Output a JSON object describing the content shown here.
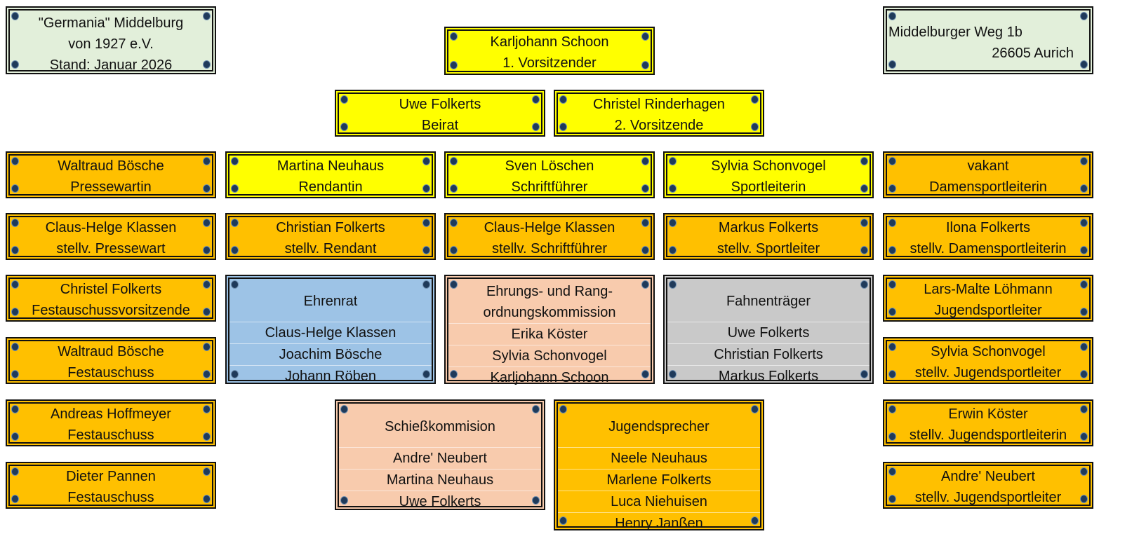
{
  "header": {
    "club_name_1": "\"Germania\" Middelburg",
    "club_name_2": "von 1927 e.V.",
    "stand": "Stand: Januar 2026",
    "address_street": "Middelburger Weg 1b",
    "address_city": "26605 Aurich"
  },
  "chairman": {
    "name": "Karljohann Schoon",
    "role": "1. Vorsitzender"
  },
  "row2": [
    {
      "name": "Uwe Folkerts",
      "role": "Beirat"
    },
    {
      "name": "Christel Rinderhagen",
      "role": "2. Vorsitzende"
    }
  ],
  "row3": [
    {
      "name": "Waltraud  Bösche",
      "role": "Pressewartin"
    },
    {
      "name": "Martina Neuhaus",
      "role": "Rendantin"
    },
    {
      "name": "Sven Löschen",
      "role": "Schriftführer"
    },
    {
      "name": "Sylvia Schonvogel",
      "role": "Sportleiterin"
    },
    {
      "name": "vakant",
      "role": "Damensportleiterin"
    }
  ],
  "row4": [
    {
      "name": "Claus-Helge Klassen",
      "role": "stellv. Pressewart"
    },
    {
      "name": "Christian Folkerts",
      "role": "stellv. Rendant"
    },
    {
      "name": "Claus-Helge Klassen",
      "role": "stellv. Schriftführer"
    },
    {
      "name": "Markus Folkerts",
      "role": "stellv. Sportleiter"
    },
    {
      "name": "Ilona Folkerts",
      "role": "stellv. Damensportleiterin"
    }
  ],
  "left_column": [
    {
      "name": "Christel Folkerts",
      "role": "Festauschussvorsitzende"
    },
    {
      "name": "Waltraud Bösche",
      "role": "Festauschuss"
    },
    {
      "name": "Andreas Hoffmeyer",
      "role": "Festauschuss"
    },
    {
      "name": "Dieter Pannen",
      "role": "Festauschuss"
    }
  ],
  "right_column": [
    {
      "name": "Lars-Malte Löhmann",
      "role": "Jugendsportleiter"
    },
    {
      "name": "Sylvia Schonvogel",
      "role": "stellv. Jugendsportleiter"
    },
    {
      "name": "Erwin Köster",
      "role": "stellv. Jugendsportleiterin"
    },
    {
      "name": "Andre' Neubert",
      "role": "stellv. Jugendsportleiter"
    }
  ],
  "ehrenrat": {
    "title": "Ehrenrat",
    "members": [
      "Claus-Helge Klassen",
      "Joachim Bösche",
      "Johann Röben"
    ]
  },
  "ehrungskommission": {
    "title_1": "Ehrungs- und Rang-",
    "title_2": "ordnungskommission",
    "members": [
      "Erika Köster",
      "Sylvia Schonvogel",
      "Karljohann Schoon"
    ]
  },
  "fahnentraeger": {
    "title": "Fahnenträger",
    "members": [
      "Uwe Folkerts",
      "Christian Folkerts",
      "Markus Folkerts"
    ]
  },
  "schiesskommission": {
    "title": "Schießkommision",
    "members": [
      "Andre' Neubert",
      "Martina Neuhaus",
      "Uwe Folkerts"
    ]
  },
  "jugendsprecher": {
    "title": "Jugendsprecher",
    "members": [
      "Neele Neuhaus",
      "Marlene Folkerts",
      "Luca Niehuisen",
      "Henry Janßen"
    ]
  },
  "colors": {
    "board_yellow": "#ffff00",
    "officer_orange": "#ffc000",
    "header_green": "#e2efda",
    "ehrenrat_blue": "#9dc3e6",
    "commission_peach": "#f8cbad",
    "flag_grey": "#c9c9c9"
  }
}
